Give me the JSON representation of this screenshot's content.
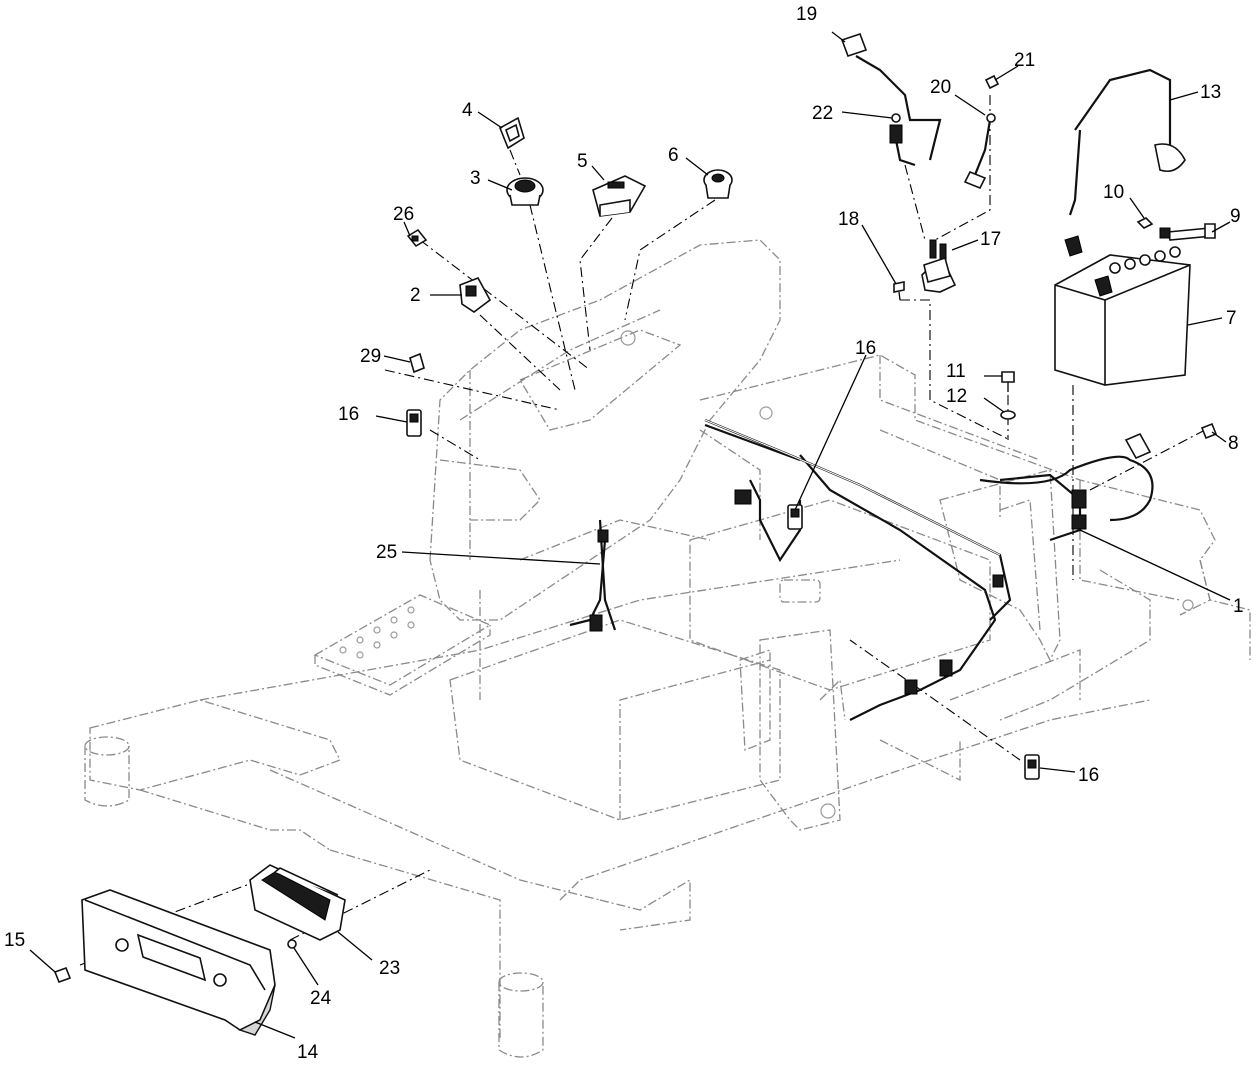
{
  "callouts": [
    {
      "id": "1",
      "text": "1"
    },
    {
      "id": "2",
      "text": "2"
    },
    {
      "id": "3",
      "text": "3"
    },
    {
      "id": "4",
      "text": "4"
    },
    {
      "id": "5",
      "text": "5"
    },
    {
      "id": "6",
      "text": "6"
    },
    {
      "id": "7",
      "text": "7"
    },
    {
      "id": "8",
      "text": "8"
    },
    {
      "id": "9",
      "text": "9"
    },
    {
      "id": "10",
      "text": "10"
    },
    {
      "id": "11",
      "text": "11"
    },
    {
      "id": "12",
      "text": "12"
    },
    {
      "id": "13",
      "text": "13"
    },
    {
      "id": "14",
      "text": "14"
    },
    {
      "id": "15",
      "text": "15"
    },
    {
      "id": "16a",
      "text": "16"
    },
    {
      "id": "16b",
      "text": "16"
    },
    {
      "id": "16c",
      "text": "16"
    },
    {
      "id": "17",
      "text": "17"
    },
    {
      "id": "18",
      "text": "18"
    },
    {
      "id": "19",
      "text": "19"
    },
    {
      "id": "20",
      "text": "20"
    },
    {
      "id": "21",
      "text": "21"
    },
    {
      "id": "22",
      "text": "22"
    },
    {
      "id": "23",
      "text": "23"
    },
    {
      "id": "24",
      "text": "24"
    },
    {
      "id": "25",
      "text": "25"
    },
    {
      "id": "26",
      "text": "26"
    },
    {
      "id": "29",
      "text": "29"
    }
  ]
}
